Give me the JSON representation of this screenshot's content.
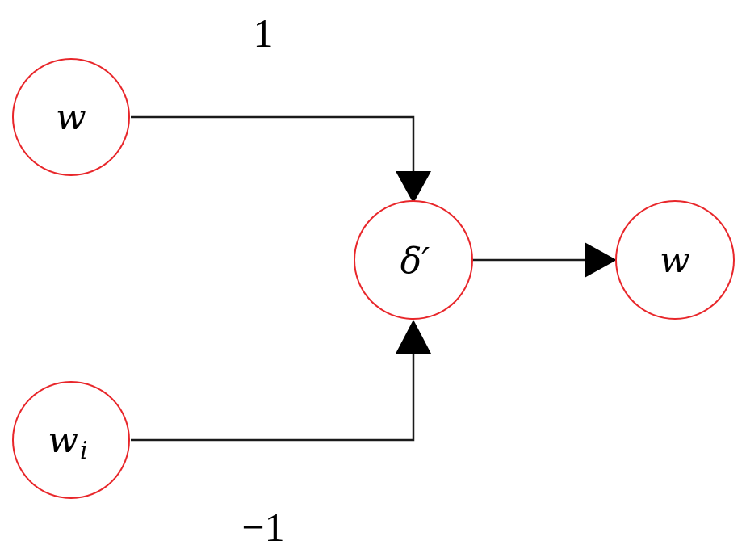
{
  "nodes": {
    "input_w": {
      "label": "w"
    },
    "input_wi": {
      "label": "w",
      "subscript": "i"
    },
    "delta": {
      "label": "δ′"
    },
    "output_w": {
      "label": "w"
    }
  },
  "edges": {
    "w_to_delta": {
      "weight": "1"
    },
    "wi_to_delta": {
      "weight": "−1"
    },
    "delta_to_w": {}
  },
  "colors": {
    "node_stroke": "#e8262a",
    "edge": "#1a1a1a"
  }
}
